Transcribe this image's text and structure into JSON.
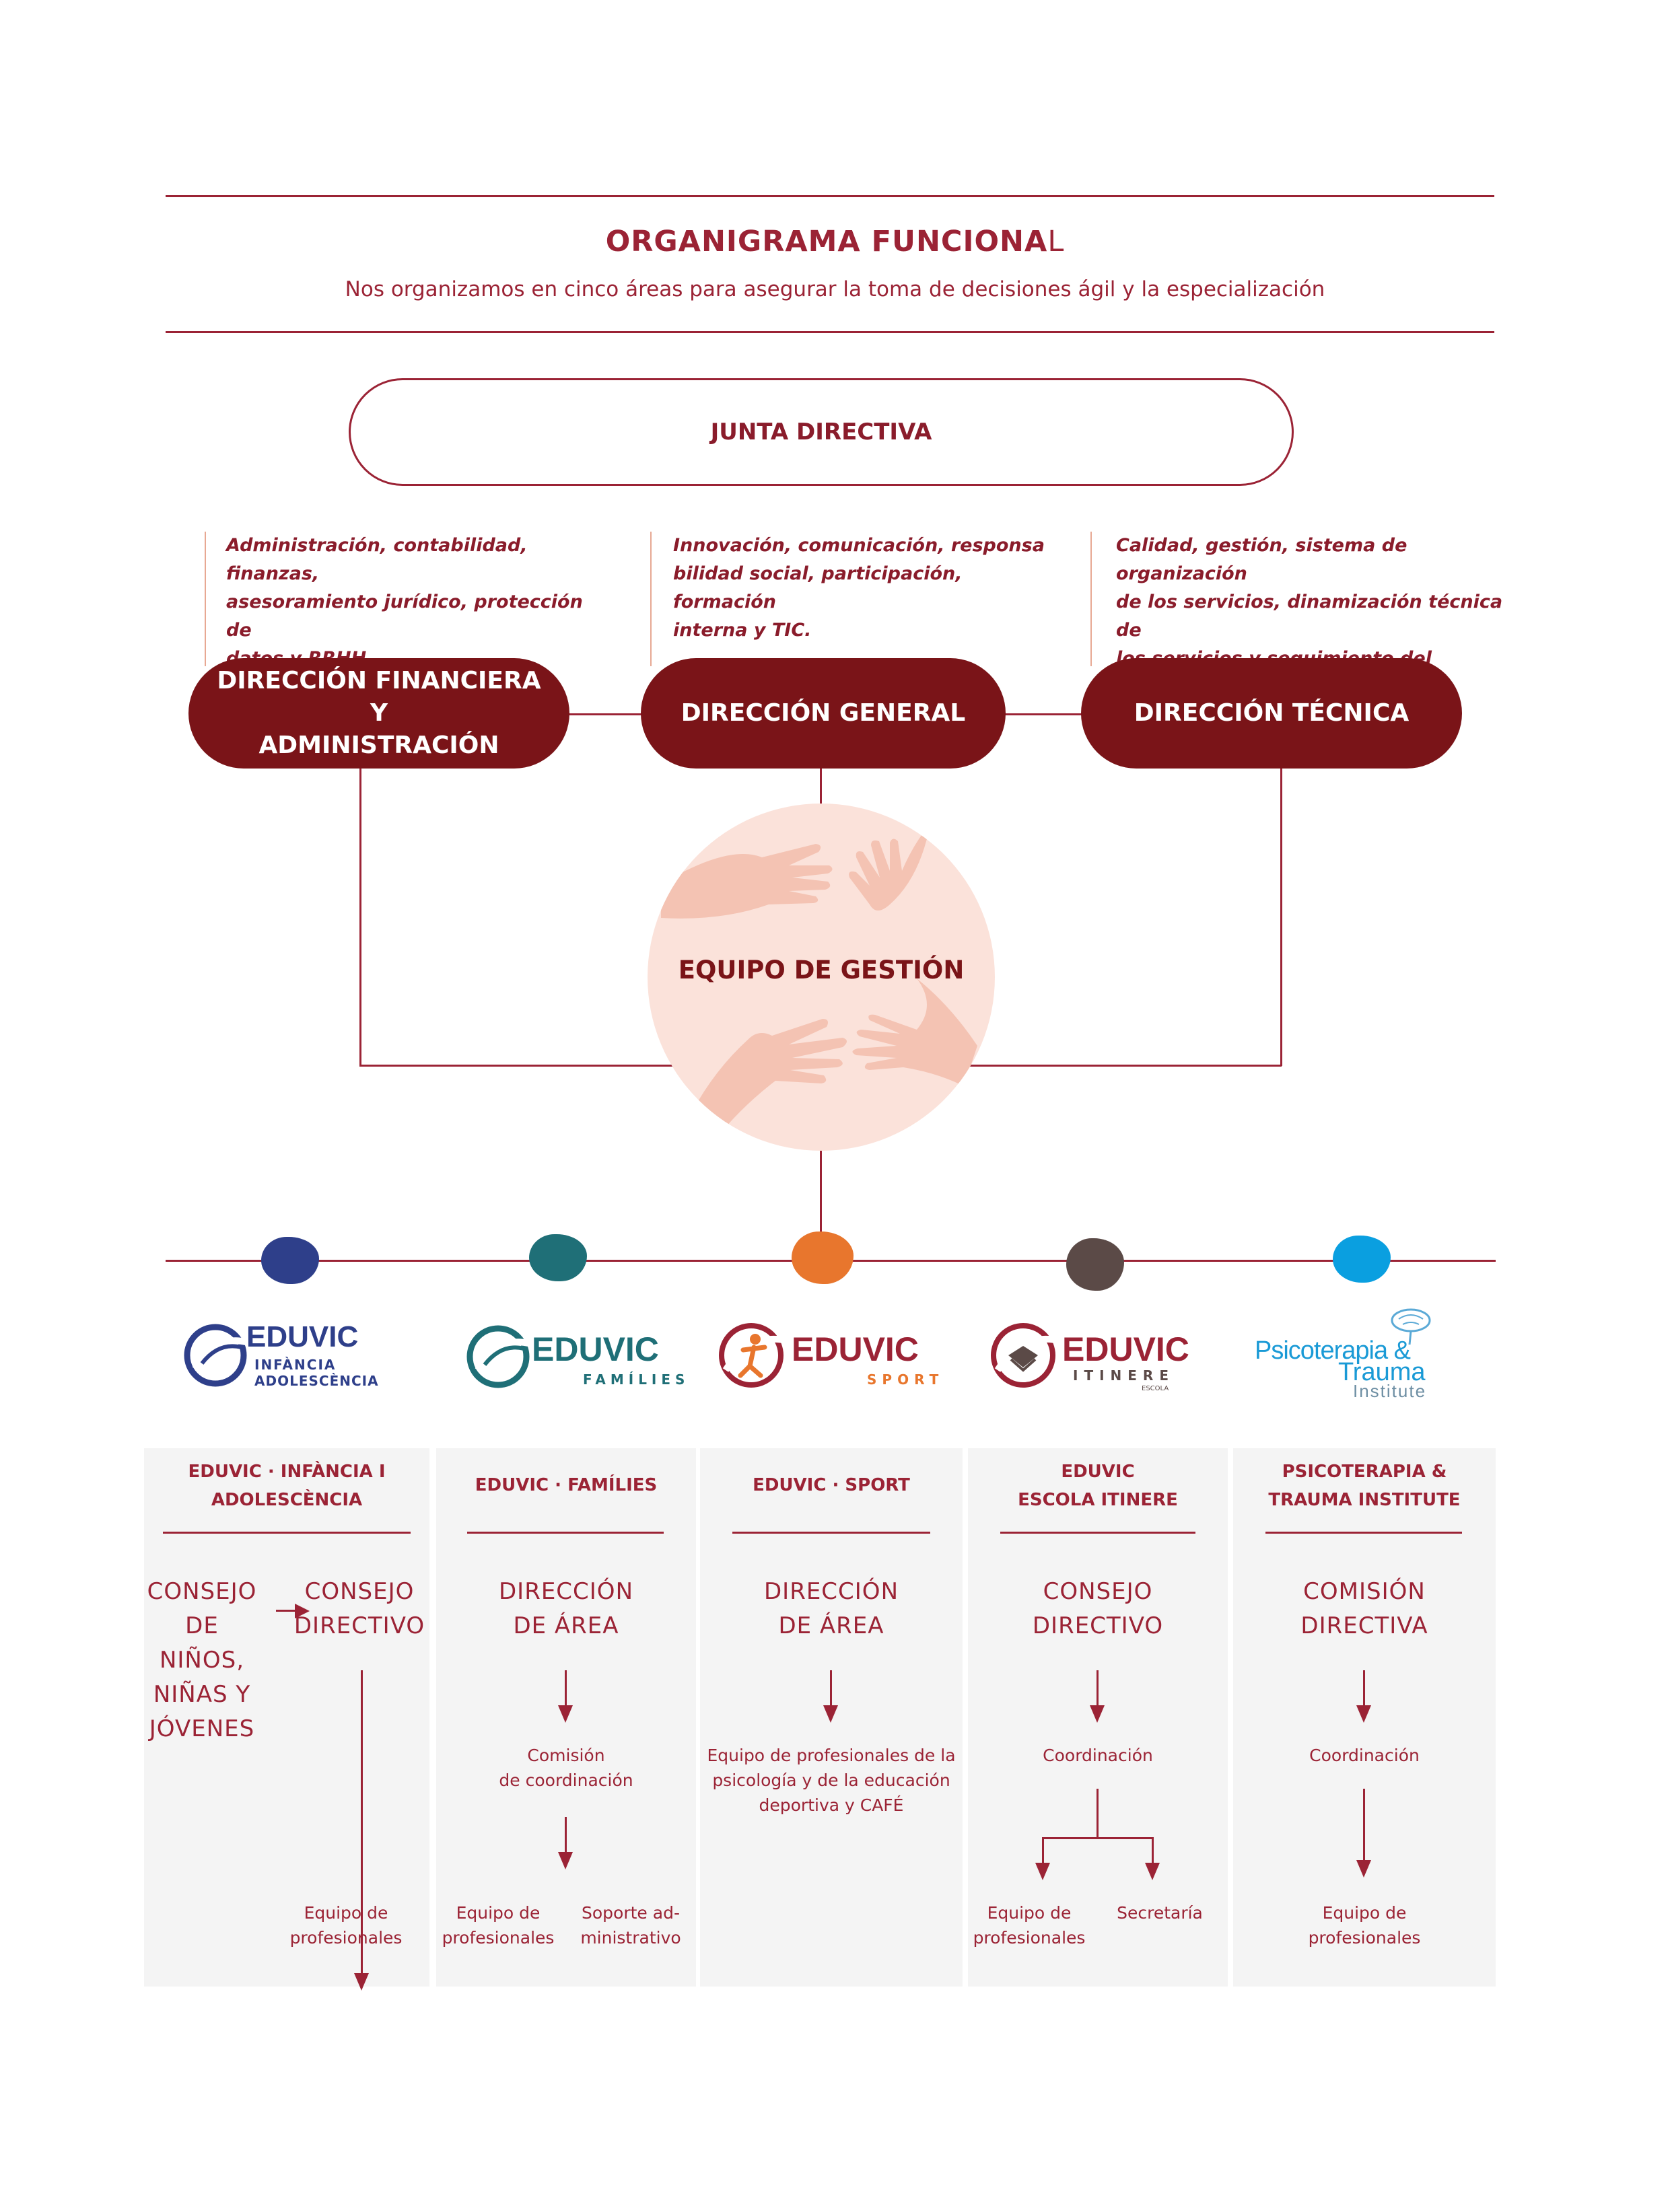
{
  "header": {
    "title_main": "ORGANIGRAMA FUNCIONA",
    "title_last": "L",
    "subtitle": "Nos organizamos en cinco áreas para asegurar la toma de decisiones ágil y la especialización"
  },
  "junta": {
    "label": "JUNTA DIRECTIVA"
  },
  "descriptions": {
    "financiera": [
      "Administración, contabilidad, finanzas,",
      "asesoramiento jurídico, protección de",
      "datos y RRHH."
    ],
    "general": [
      "Innovación, comunicación, responsa",
      "bilidad social, participación, formación",
      "interna y TIC."
    ],
    "tecnica": [
      "Calidad, gestión, sistema de organización",
      "de los servicios, dinamización técnica de",
      "los servicios y seguimiento del servicio."
    ]
  },
  "directions": {
    "financiera": [
      "DIRECCIÓN FINANCIERA Y",
      "ADMINISTRACIÓN"
    ],
    "general": "DIRECCIÓN GENERAL",
    "tecnica": "DIRECCIÓN TÉCNICA"
  },
  "equipo": {
    "label": "EQUIPO DE GESTIÓN"
  },
  "colors": {
    "accent": "#9b2335",
    "pill": "#7a1418",
    "circle": "#fbe2da",
    "blob_infancia": "#2e3f8a",
    "blob_families": "#1f6f77",
    "blob_sport": "#e8762d",
    "blob_itinere": "#5b4a47",
    "blob_psico": "#0a9fe0"
  },
  "logos": {
    "infancia": {
      "word": "EDUVIC",
      "sub1": "INFÀNCIA",
      "sub2": "ADOLESCÈNCIA"
    },
    "families": {
      "word": "EDUVIC",
      "sub": "FAMÍLIES"
    },
    "sport": {
      "word": "EDUVIC",
      "sub": "SPORT"
    },
    "itinere": {
      "word": "EDUVIC",
      "sub": "ITINERE",
      "tiny": "ESCOLA"
    },
    "psico": {
      "line1": "Psicoterapia &",
      "line2": "Trauma",
      "line3": "Institute"
    }
  },
  "columns": {
    "infancia": {
      "title": [
        "EDUVIC · INFÀNCIA I",
        "ADOLESCÈNCIA"
      ],
      "consejo_ninos": [
        "CONSEJO",
        "DE NIÑOS,",
        "NIÑAS Y",
        "JÓVENES"
      ],
      "consejo_directivo": [
        "CONSEJO",
        "DIRECTIVO"
      ],
      "equipo": [
        "Equipo de",
        "profesionales"
      ]
    },
    "families": {
      "title": "EDUVIC · FAMÍLIES",
      "head": [
        "DIRECCIÓN",
        "DE ÁREA"
      ],
      "comision": [
        "Comisión",
        "de coordinación"
      ],
      "equipo": [
        "Equipo de",
        "profesionales"
      ],
      "soporte": [
        "Soporte ad-",
        "ministrativo"
      ]
    },
    "sport": {
      "title": "EDUVIC · SPORT",
      "head": [
        "DIRECCIÓN",
        "DE ÁREA"
      ],
      "equipo": [
        "Equipo de profesionales de la",
        "psicología y de la educación",
        "deportiva y CAFÉ"
      ]
    },
    "itinere": {
      "title": [
        "EDUVIC",
        "ESCOLA ITINERE"
      ],
      "head": [
        "CONSEJO",
        "DIRECTIVO"
      ],
      "coord": "Coordinación",
      "equipo": [
        "Equipo de",
        "profesionales"
      ],
      "secretaria": "Secretaría"
    },
    "psico": {
      "title": [
        "PSICOTERAPIA &",
        "TRAUMA INSTITUTE"
      ],
      "head": [
        "COMISIÓN",
        "DIRECTIVA"
      ],
      "coord": "Coordinación",
      "equipo": [
        "Equipo de",
        "profesionales"
      ]
    }
  }
}
